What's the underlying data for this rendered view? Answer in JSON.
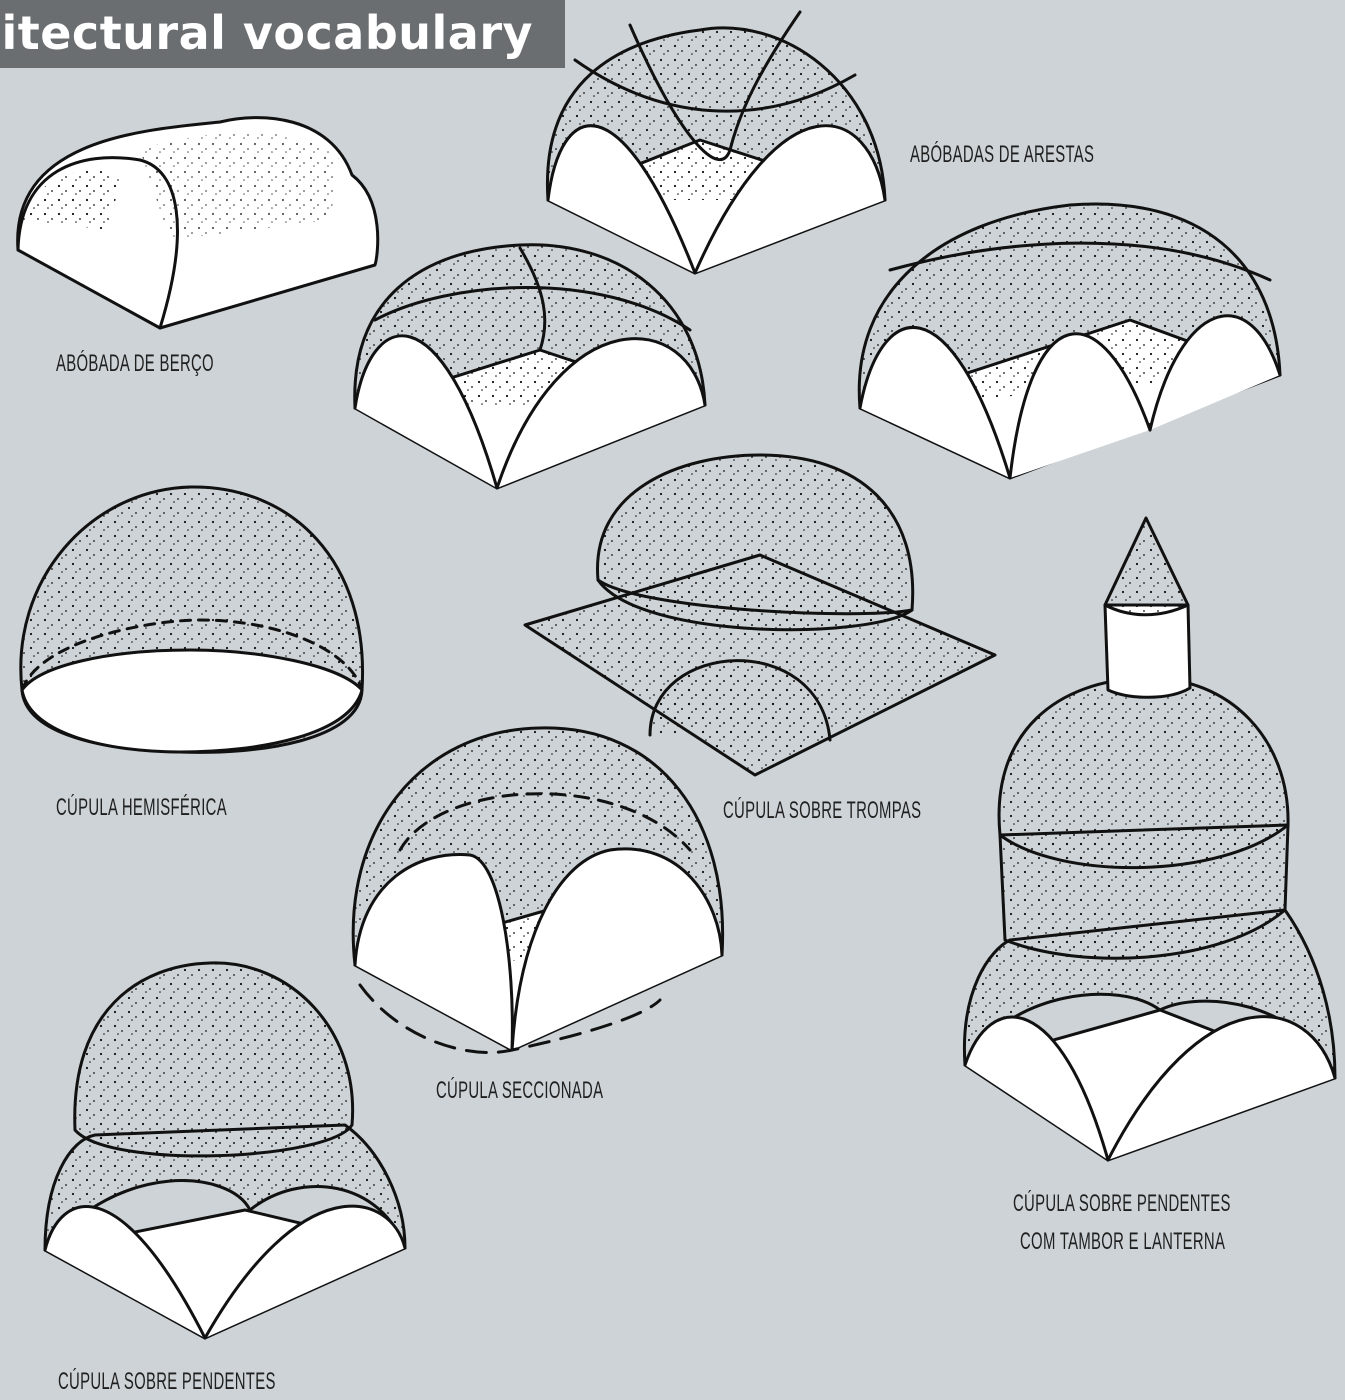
{
  "title": "hitectural vocabulary",
  "labels": {
    "barrel_vault": "ABÓBADA DE BERÇO",
    "groin_vaults": "ABÓBADAS DE ARESTAS",
    "hemispherical_dome": "CÚPULA HEMISFÉRICA",
    "dome_on_squinches": "CÚPULA SOBRE TROMPAS",
    "sectioned_dome": "CÚPULA SECCIONADA",
    "dome_on_pendentives": "CÚPULA SOBRE PENDENTES",
    "dome_drum_lantern_line1": "CÚPULA SOBRE PENDENTES",
    "dome_drum_lantern_line2": "COM TAMBOR E LANTERNA"
  },
  "colors": {
    "background": "#cdd3d6",
    "banner": "#6b6e70",
    "ink": "#111111",
    "paper": "#ffffff"
  }
}
